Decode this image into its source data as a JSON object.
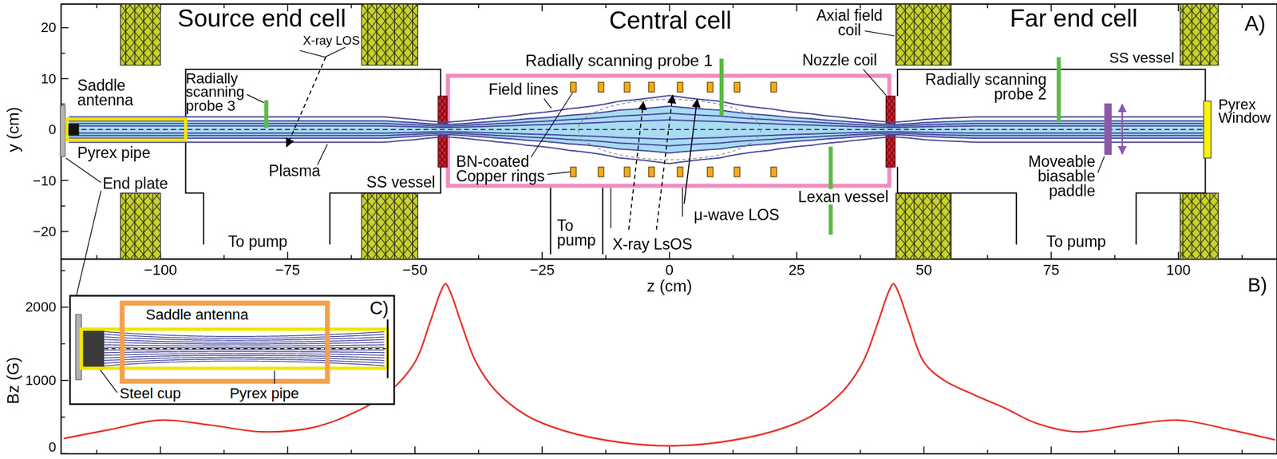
{
  "diagram": {
    "nodes": [
      {
        "text": [
          "C)",
          "Saddle antenna",
          "Steel cup",
          "Pyrex pipe"
        ]
      }
    ],
    "labels": [
      "Source end cell",
      "Central cell",
      "Axial field coil",
      "Far end cell",
      "A)",
      "X-ray LOS",
      "Radially scanning probe 1",
      "Nozzle coil",
      "SS vessel",
      "Saddle antenna",
      "Radially scanning probe 3",
      "Field lines",
      "Radially scanning probe 2",
      "Pyrex Window",
      "Pyrex pipe",
      "Plasma",
      "BN-coated Copper rings",
      "Moveable biasable paddle",
      "End plate",
      "SS vessel",
      "Lexan vessel",
      "μ-wave LOS",
      "To pump",
      "To pump",
      "X-ray LsOS",
      "To pump",
      "y (cm)",
      "20",
      "10",
      "0",
      "−10",
      "−20",
      "−100",
      "−75",
      "−50",
      "−25",
      "0",
      "25",
      "50",
      "75",
      "100",
      "z (cm)",
      "B)",
      "Bz (G)",
      "2000",
      "1000",
      "0"
    ]
  }
}
